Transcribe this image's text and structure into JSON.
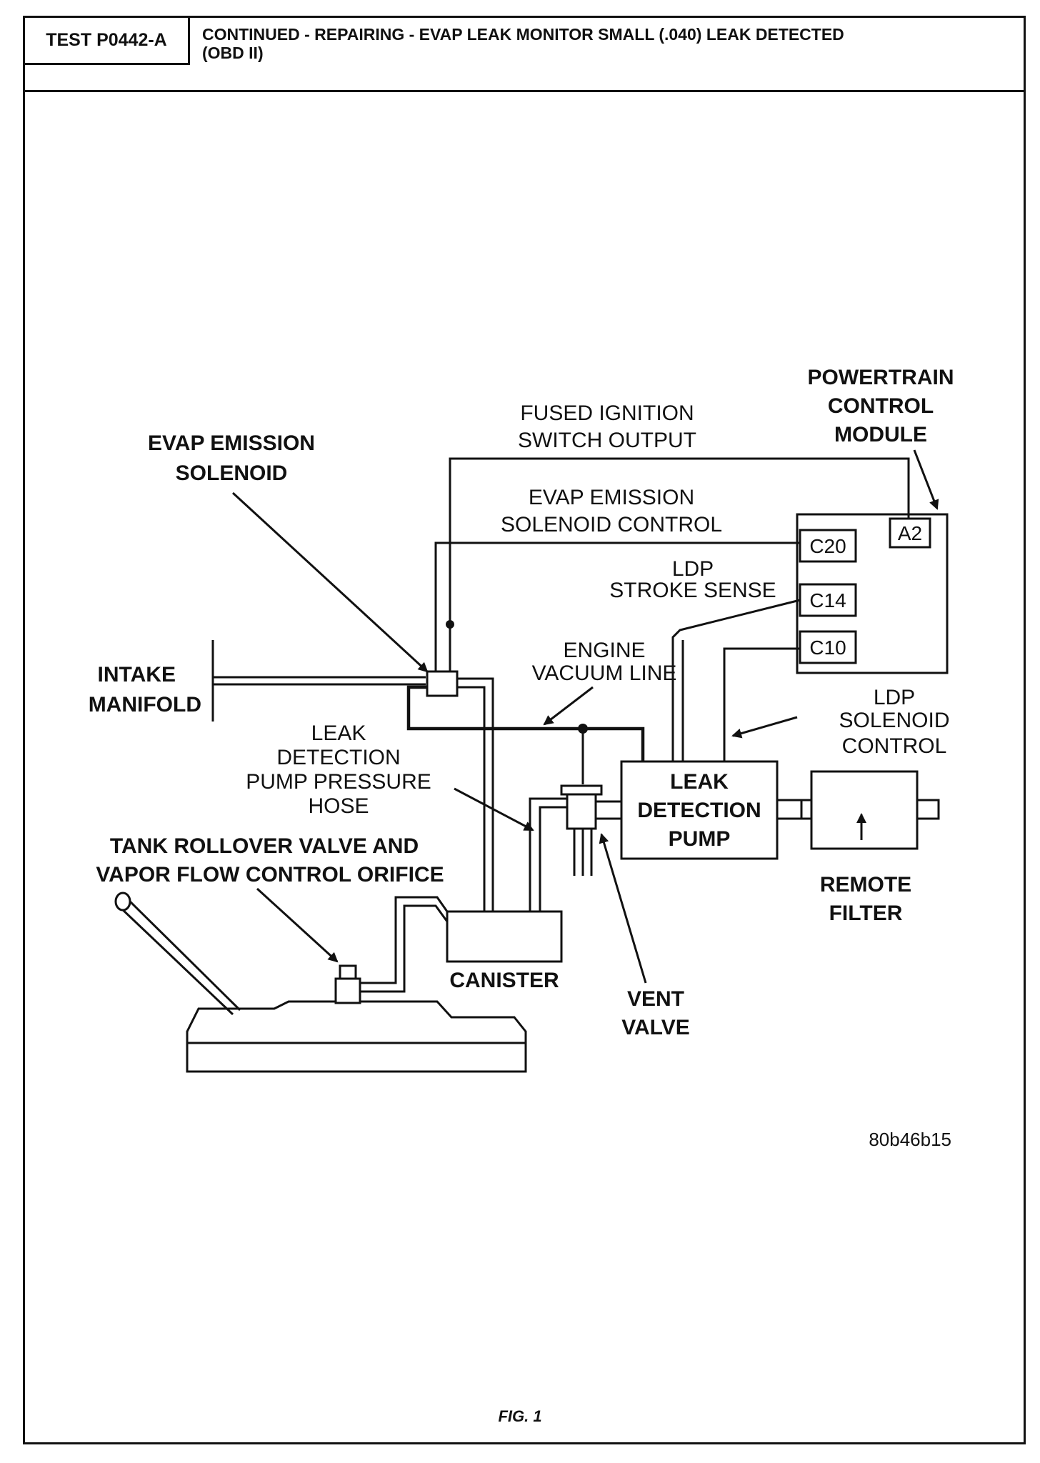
{
  "header": {
    "test_id": "TEST P0442-A",
    "title": "CONTINUED - REPAIRING - EVAP LEAK MONITOR SMALL (.040) LEAK DETECTED\n(OBD II)"
  },
  "labels": {
    "powertrain": [
      "POWERTRAIN",
      "CONTROL",
      "MODULE"
    ],
    "fused_ignition": [
      "FUSED IGNITION",
      "SWITCH OUTPUT"
    ],
    "evap_solenoid": [
      "EVAP EMISSION",
      "SOLENOID"
    ],
    "evap_control": [
      "EVAP EMISSION",
      "SOLENOID CONTROL"
    ],
    "ldp_stroke": [
      "LDP",
      "STROKE SENSE"
    ],
    "engine_vacuum": [
      "ENGINE",
      "VACUUM LINE"
    ],
    "intake": [
      "INTAKE",
      "MANIFOLD"
    ],
    "ldp_solenoid": [
      "LDP",
      "SOLENOID",
      "CONTROL"
    ],
    "leak_hose": [
      "LEAK",
      "DETECTION",
      "PUMP PRESSURE",
      "HOSE"
    ],
    "leak_pump": [
      "LEAK",
      "DETECTION",
      "PUMP"
    ],
    "tank_rollover": [
      "TANK ROLLOVER VALVE AND",
      "VAPOR FLOW CONTROL ORIFICE"
    ],
    "remote_filter": [
      "REMOTE",
      "FILTER"
    ],
    "canister": "CANISTER",
    "vent_valve": [
      "VENT",
      "VALVE"
    ]
  },
  "pins": {
    "a2": "A2",
    "c20": "C20",
    "c14": "C14",
    "c10": "C10"
  },
  "reference": "80b46b15",
  "figure_caption": "FIG. 1"
}
